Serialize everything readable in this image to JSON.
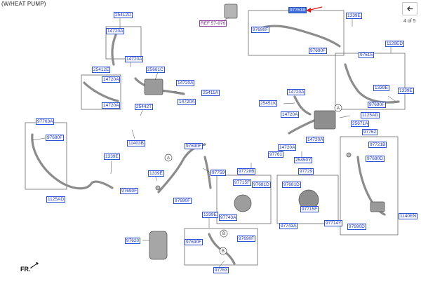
{
  "header": {
    "caption": "(W/HEAT PUMP)",
    "pager": "4 of 5",
    "back_icon": "arrow-left-icon"
  },
  "footer": {
    "direction": "FR."
  },
  "colors": {
    "label": "#1a32c8",
    "label_border": "#2b4fd6",
    "reference": "#7a2a8a",
    "highlight": "#3f6fdd",
    "pointer_arrow": "#e21a1a",
    "hose": "#8c8c8c"
  },
  "labels": {
    "l25412d": "25412D",
    "l14720a_1": "14720A",
    "l25412e": "25412E",
    "l14720a_2": "14720A",
    "l14720a_3": "14720A",
    "l14720a_4": "14720A",
    "l25661c": "25661C",
    "l14720a_5": "14720A",
    "l14720a_6": "14720A",
    "l25411a": "25411A",
    "l25442t": "25442T",
    "l97763a": "97763A",
    "l97690f_1": "97690F",
    "l11403b": "11403B",
    "l1339e_1": "1339E",
    "l97690f_2": "97690F",
    "l1125ad_1": "1125AD",
    "ref": "REF 57-976",
    "hl": "97761B",
    "l1339e_top": "1339E",
    "l97690f_3": "97690F",
    "l97690f_4": "97690F",
    "l1129ed": "1129ED",
    "l97615": "97615",
    "l1339e_r": "1339E",
    "l1339e_r2": "1339E",
    "l97690f_5": "97690F",
    "l1125ad_2": "1125AD",
    "l25671a": "25671A",
    "l25451k": "25451K",
    "l14720a_7": "14720A",
    "l14720a_8": "14720A",
    "l14720a_9": "14720A",
    "l97762": "97762",
    "l97721b": "97721B",
    "l97690d": "97690D",
    "l14720a_10": "14720A",
    "l25450y": "25450Y",
    "l97761": "97761",
    "l97728b": "97728B",
    "l97729": "97729",
    "l97690f_6": "97690F",
    "l1339e_m": "1339E",
    "l97759": "97759",
    "l97690f_7": "97690F",
    "l97715f_1": "97715F",
    "l97681d_1": "97681D",
    "l97743a_1": "97743A",
    "l97681d_2": "97681D",
    "l97715f_2": "97715F",
    "l97743a_2": "97743A",
    "l97714y": "97714Y",
    "l97690d_2": "97690D",
    "l1140en": "1140EN",
    "l1339e_b": "1339E",
    "l97620": "97620",
    "l97690f_8": "97690F",
    "l97690f_9": "97690F",
    "l97763": "97763",
    "circle_a1": "A",
    "circle_a2": "A",
    "circle_b1": "B",
    "circle_b2": "B"
  }
}
